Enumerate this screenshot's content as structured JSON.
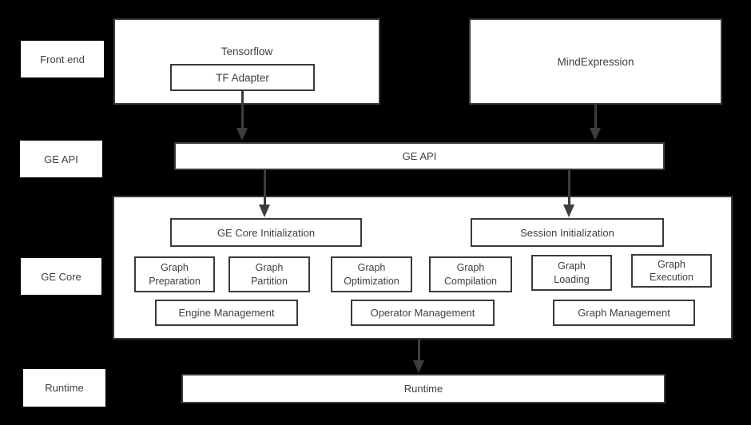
{
  "colors": {
    "background": "#000000",
    "box_fill": "#ffffff",
    "border": "#3a3a3a",
    "text": "#404040",
    "arrow": "#3d3d3d"
  },
  "side_labels": {
    "front_end": "Front end",
    "ge_api": "GE API",
    "ge_core": "GE Core",
    "runtime": "Runtime"
  },
  "front_end": {
    "tensorflow_label": "Tensorflow",
    "tf_adapter_label": "TF Adapter",
    "mind_expression_label": "MindExpression"
  },
  "ge_api": {
    "label": "GE API"
  },
  "ge_core": {
    "ge_core_initialization": "GE Core Initialization",
    "session_initialization": "Session Initialization",
    "process_boxes": [
      "Graph\nPreparation",
      "Graph\nPartition",
      "Graph\nOptimization",
      "Graph\nCompilation",
      "Graph\nLoading",
      "Graph\nExecution"
    ],
    "management_boxes": [
      "Engine Management",
      "Operator Management",
      "Graph Management"
    ]
  },
  "runtime": {
    "label": "Runtime"
  }
}
